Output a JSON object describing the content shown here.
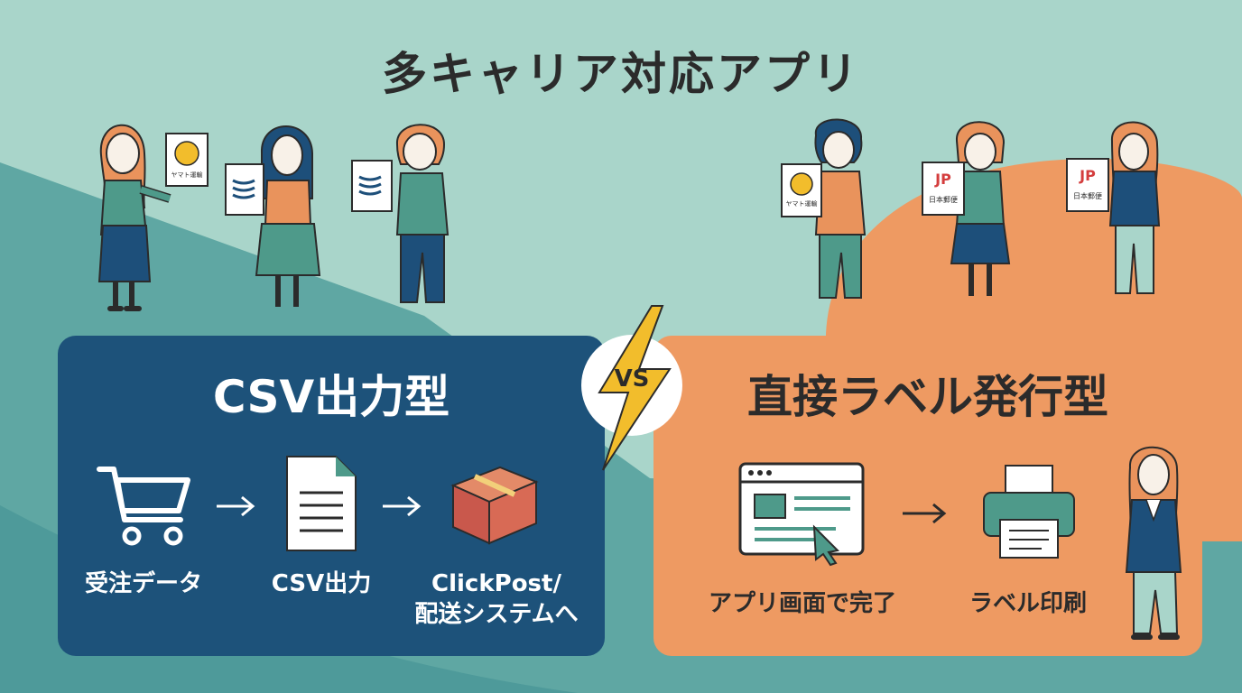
{
  "title": "多キャリア対応アプリ",
  "vs_label": "VS",
  "left_panel": {
    "title": "CSV出力型",
    "steps": [
      {
        "icon": "cart-icon",
        "label": "受注データ"
      },
      {
        "icon": "document-icon",
        "label": "CSV出力"
      },
      {
        "icon": "package-icon",
        "label": "ClickPost/\n配送システムへ"
      }
    ]
  },
  "right_panel": {
    "title": "直接ラベル発行型",
    "steps": [
      {
        "icon": "browser-click-icon",
        "label": "アプリ画面で完了"
      },
      {
        "icon": "printer-icon",
        "label": "ラベル印刷"
      }
    ]
  },
  "carrier_signs": {
    "yamato": "ヤマト運輸",
    "japanpost": "日本郵便",
    "jp_logo": "JP"
  },
  "colors": {
    "background": "#a9d5ca",
    "teal_band": "#5fa7a3",
    "left_panel": "#1d527a",
    "right_panel": "#ee9a62",
    "orange_blob": "#ee9a62",
    "lightning": "#f2bd2c"
  }
}
